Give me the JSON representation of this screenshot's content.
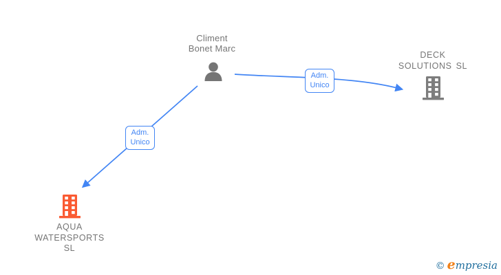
{
  "diagram": {
    "person": {
      "full_name": "Climent Bonet Marc",
      "name_lines": [
        "Climent",
        "Bonet Marc"
      ]
    },
    "companies": [
      {
        "id": "deck-solutions-sl",
        "full_name": "DECK SOLUTIONS SL",
        "name_lines": [
          "DECK",
          "SOLUTIONS SL"
        ],
        "icon": "building-icon",
        "icon_color": "#7d7d7d"
      },
      {
        "id": "aqua-watersports-sl",
        "full_name": "AQUA WATERSPORTS SL",
        "name_lines": [
          "AQUA",
          "WATERSPORTS",
          "SL"
        ],
        "icon": "building-icon",
        "icon_color": "#fa5a32"
      }
    ],
    "edges": [
      {
        "from": "Climent Bonet Marc",
        "to": "DECK SOLUTIONS SL",
        "label": "Adm. Unico",
        "label_lines": [
          "Adm.",
          "Unico"
        ]
      },
      {
        "from": "Climent Bonet Marc",
        "to": "AQUA WATERSPORTS SL",
        "label": "Adm. Unico",
        "label_lines": [
          "Adm.",
          "Unico"
        ]
      }
    ],
    "colors": {
      "edge_blue": "#4285f4",
      "text_gray": "#757575",
      "company_gray": "#7d7d7d",
      "company_orange": "#fa5a32",
      "background": "#ffffff"
    },
    "watermark": {
      "copyright_symbol": "©",
      "brand_initial": "e",
      "brand_rest": "mpresia",
      "brand_full": "empresia",
      "blue": "#216f9e",
      "orange": "#f08119"
    }
  }
}
